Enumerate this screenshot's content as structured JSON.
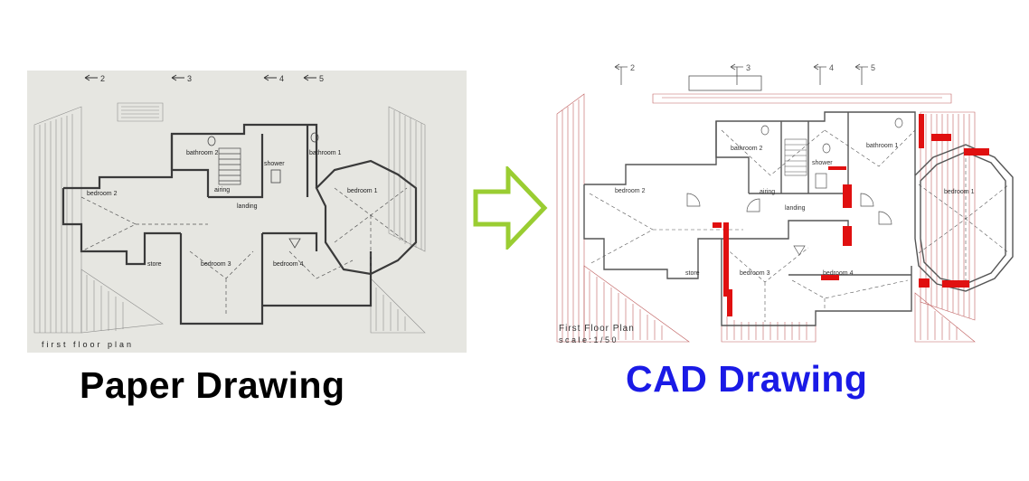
{
  "colors": {
    "paper_background": "#e6e6e1",
    "paper_ink": "#4a4a4a",
    "cad_line": "#c06060",
    "cad_dark": "#555555",
    "cad_wall": "#e01010",
    "arrow": "#9acd32",
    "cad_caption": "#1a1ae6",
    "paper_caption": "#000000"
  },
  "arrow": {
    "icon": "right-arrow-icon"
  },
  "paper": {
    "caption": "Paper Drawing",
    "section_markers": [
      "2",
      "3",
      "4",
      "5"
    ],
    "rooms": {
      "bedroom2": "bedroom 2",
      "bathroom2": "bathroom 2",
      "shower": "shower",
      "bathroom1": "bathroom 1",
      "bedroom1": "bedroom 1",
      "airing": "airing",
      "landing": "landing",
      "store": "store",
      "bedroom3": "bedroom 3",
      "bedroom4": "bedroom 4"
    },
    "plan_label": "first floor plan"
  },
  "cad": {
    "caption": "CAD Drawing",
    "section_markers": [
      "2",
      "3",
      "4",
      "5"
    ],
    "rooms": {
      "bedroom2": "bedroom 2",
      "bathroom2": "bathroom 2",
      "shower": "shower",
      "bathroom1": "bathroom 1",
      "bedroom1": "bedroom 1",
      "airing": "airing",
      "landing": "landing",
      "store": "store",
      "bedroom3": "bedroom 3",
      "bedroom4": "bedroom 4"
    },
    "plan_title": "First Floor Plan",
    "scale_label": "s c a l e : 1 / 5 0"
  }
}
